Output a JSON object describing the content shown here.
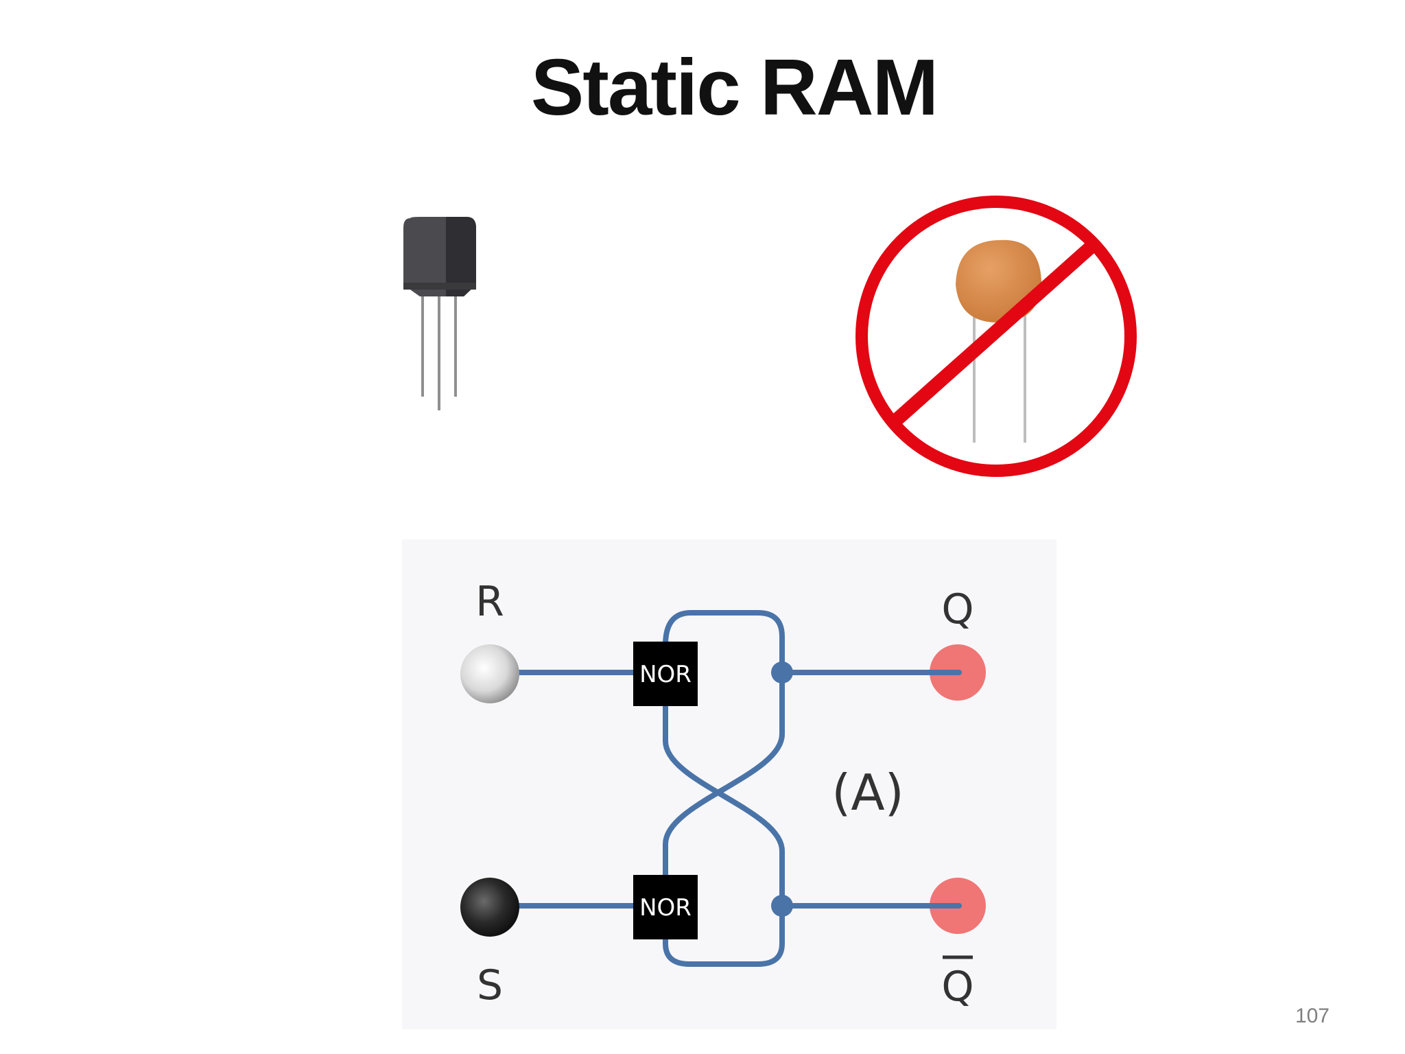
{
  "slide": {
    "title": "Static RAM",
    "page_number": "107"
  },
  "components": {
    "allowed": {
      "icon": "transistor-icon"
    },
    "forbidden": {
      "icon": "capacitor-icon",
      "overlay_icon": "prohibited-sign-icon",
      "overlay_color": "#e30613"
    }
  },
  "circuit": {
    "inputs": {
      "r": "R",
      "s": "S"
    },
    "outputs": {
      "q": "Q",
      "q_bar": "Q"
    },
    "gates": [
      "NOR",
      "NOR"
    ],
    "caption": "(A)",
    "colors": {
      "wire": "#4a74a8",
      "output_led": "#f07575",
      "gate": "#000000"
    }
  }
}
